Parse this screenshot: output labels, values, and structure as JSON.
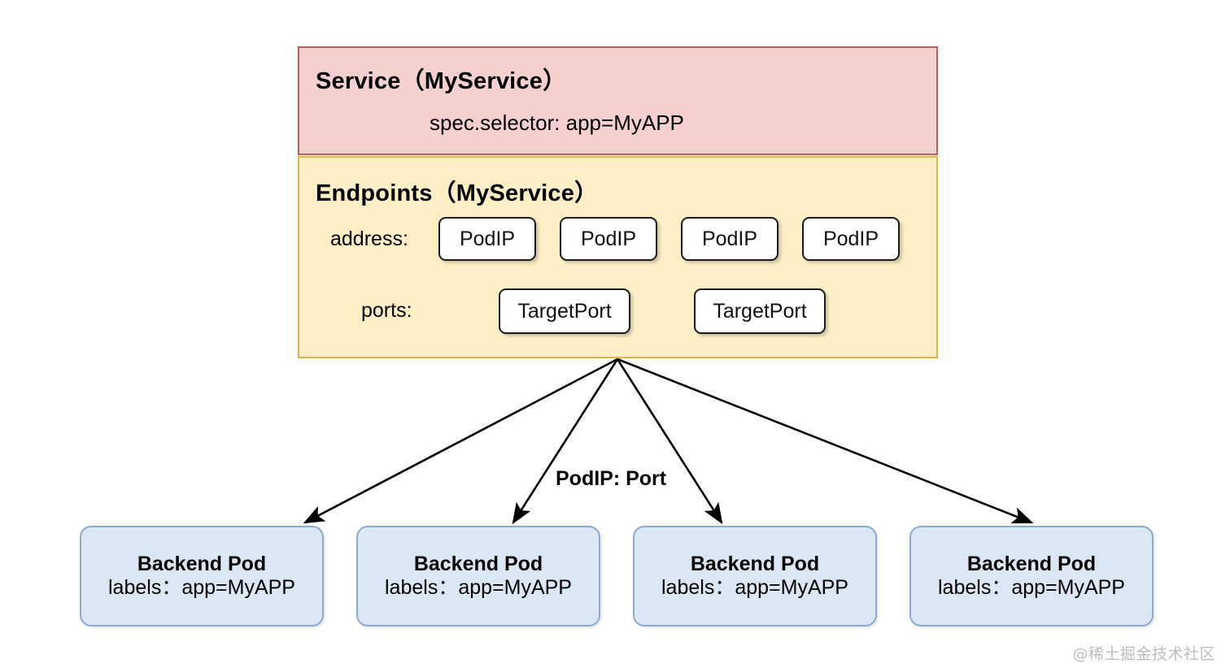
{
  "diagram": {
    "title": "Kubernetes Service to Endpoints to Backend Pods",
    "colors": {
      "service_fill": "#f6cfcf",
      "service_border": "#b4615d",
      "endpoints_fill": "#fdeec5",
      "endpoints_border": "#d6b656",
      "pod_fill": "#dce7f6",
      "pod_border": "#8ca9cf",
      "chip_fill": "#ffffff",
      "chip_border": "#1a1a1a",
      "arrow": "#000000",
      "background": "#ffffff",
      "watermark": "#bdbdbd"
    },
    "service": {
      "title": "Service（MyService）",
      "selector": "spec.selector: app=MyAPP"
    },
    "endpoints": {
      "title": "Endpoints（MyService）",
      "address_label": "address:",
      "ports_label": "ports:",
      "addresses": [
        "PodIP",
        "PodIP",
        "PodIP",
        "PodIP"
      ],
      "ports": [
        "TargetPort",
        "TargetPort"
      ]
    },
    "edge": {
      "label": "PodIP: Port",
      "arrow_count": 4
    },
    "pods": [
      {
        "title": "Backend Pod",
        "labels": "labels：app=MyAPP"
      },
      {
        "title": "Backend Pod",
        "labels": "labels：app=MyAPP"
      },
      {
        "title": "Backend Pod",
        "labels": "labels：app=MyAPP"
      },
      {
        "title": "Backend Pod",
        "labels": "labels：app=MyAPP"
      }
    ],
    "watermark": "@稀土掘金技术社区"
  }
}
